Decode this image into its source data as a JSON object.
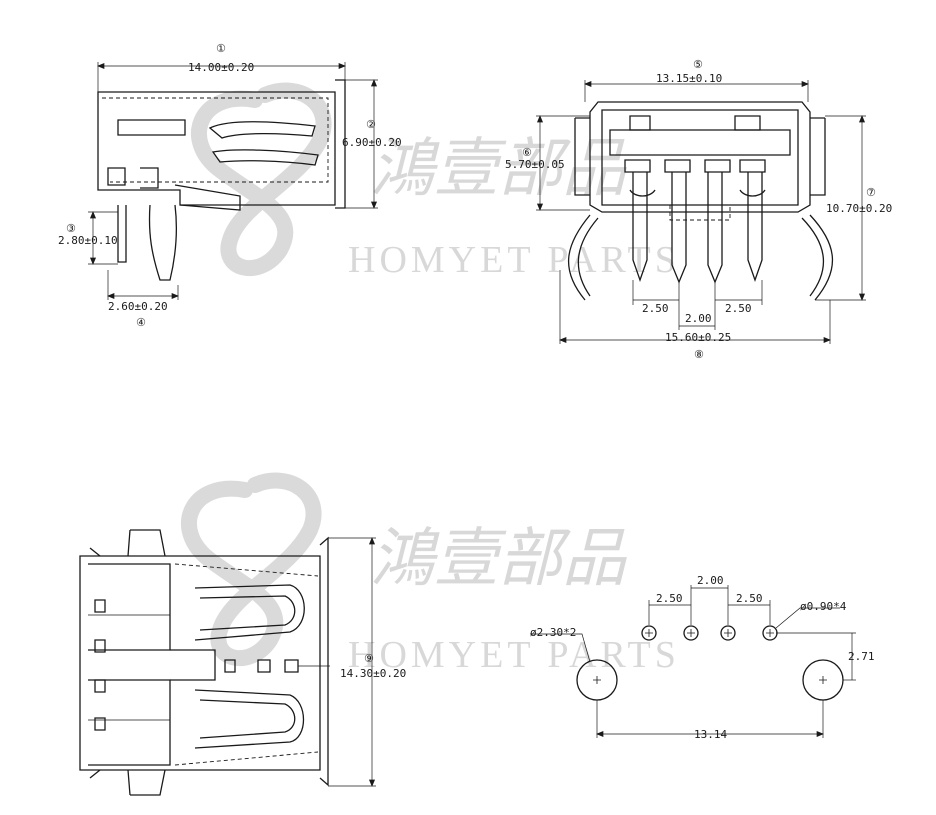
{
  "watermark": {
    "chinese": "鴻壹部品",
    "english": "HOMYET PARTS"
  },
  "side_view": {
    "dim1": {
      "marker": "①",
      "value": "14.00±0.20"
    },
    "dim2": {
      "marker": "②",
      "value": "6.90±0.20"
    },
    "dim3": {
      "marker": "③",
      "value": "2.80±0.10"
    },
    "dim4": {
      "marker": "④",
      "value": "2.60±0.20"
    }
  },
  "front_view": {
    "dim5": {
      "marker": "⑤",
      "value": "13.15±0.10"
    },
    "dim6": {
      "marker": "⑥",
      "value": "5.70±0.05"
    },
    "dim7": {
      "marker": "⑦",
      "value": "10.70±0.20"
    },
    "dim8": {
      "marker": "⑧",
      "value": "15.60±0.25"
    },
    "pitch_left": "2.50",
    "pitch_mid": "2.00",
    "pitch_right": "2.50"
  },
  "top_view": {
    "dim9": {
      "marker": "⑨",
      "value": "14.30±0.20"
    }
  },
  "pcb_layout": {
    "pitch_mid": "2.00",
    "pitch_left": "2.50",
    "pitch_right": "2.50",
    "small_hole": "ø0.90*4",
    "big_hole": "ø2.30*2",
    "row_offset": "2.71",
    "big_hole_spacing": "13.14"
  }
}
